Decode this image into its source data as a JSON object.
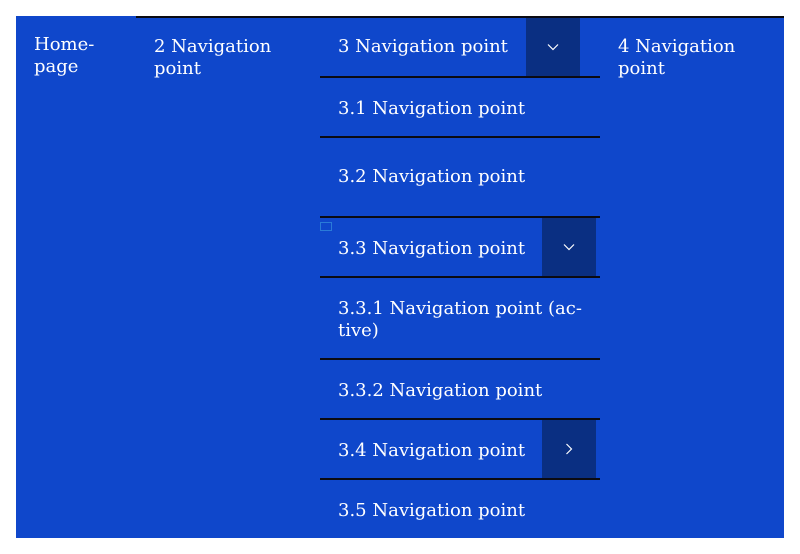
{
  "nav": {
    "home_label": "Home-\npage",
    "item2_label": "2 Navigation point",
    "item3_label": "3 Navigation point",
    "item4_label": "4 Navigation point",
    "submenu": [
      {
        "label": "3.1 Navigation point"
      },
      {
        "label": "3.2 Navigation point"
      },
      {
        "label": "3.3 Navigation point"
      },
      {
        "label": "3.3.1 Navigation point (ac-\ntive)"
      },
      {
        "label": "3.3.2 Navigation point"
      },
      {
        "label": "3.4 Navigation point"
      },
      {
        "label": "3.5 Navigation point"
      }
    ]
  },
  "colors": {
    "nav_background": "#0f47cb",
    "toggle_background": "#0a2f82",
    "divider": "#0b0b12",
    "text": "#ffffff"
  },
  "icons": {
    "item3_toggle": "chevron-down-icon",
    "item33_toggle": "chevron-down-icon",
    "item34_toggle": "chevron-right-icon"
  }
}
